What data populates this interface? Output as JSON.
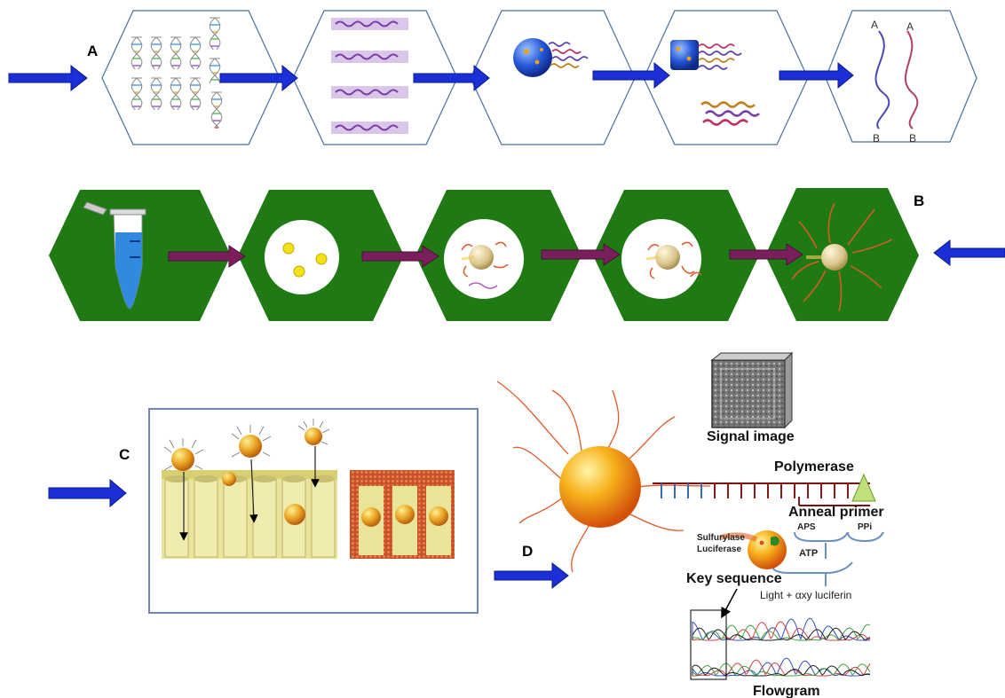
{
  "panels": {
    "a": {
      "label": "A"
    },
    "b": {
      "label": "B"
    },
    "c": {
      "label": "C"
    },
    "d": {
      "label": "D"
    }
  },
  "strand_labels": {
    "a1": "A",
    "a2": "A",
    "b1": "B",
    "b2": "B"
  },
  "panel_d": {
    "signal_image": "Signal image",
    "polymerase": "Polymerase",
    "anneal_primer": "Anneal primer",
    "aps": "APS",
    "ppi": "PPi",
    "sulfurylase": "Sulfurylase",
    "luciferase": "Luciferase",
    "atp": "ATP",
    "key_sequence": "Key sequence",
    "light_oxyluciferin": "Light + αxy luciferin",
    "flowgram": "Flowgram"
  },
  "colors": {
    "arrow_blue": "#1a2fd6",
    "arrow_purple": "#7a1f5c",
    "hexagon_green": "#1f7a14",
    "hexagon_outline": "#4a6f9a",
    "tube_blue": "#2f8ae0",
    "bead_yellow": "#f2e21a",
    "bead_orange": "#f07a10",
    "frame_blue": "#6f86b6",
    "plate_yellow": "#e8e49a"
  },
  "icons": [
    "dna-helix-icon",
    "fragment-strip-icon",
    "bead-icon",
    "microcentrifuge-tube-icon",
    "emulsion-droplet-icon",
    "well-plate-icon",
    "flowgram-trace-icon"
  ]
}
